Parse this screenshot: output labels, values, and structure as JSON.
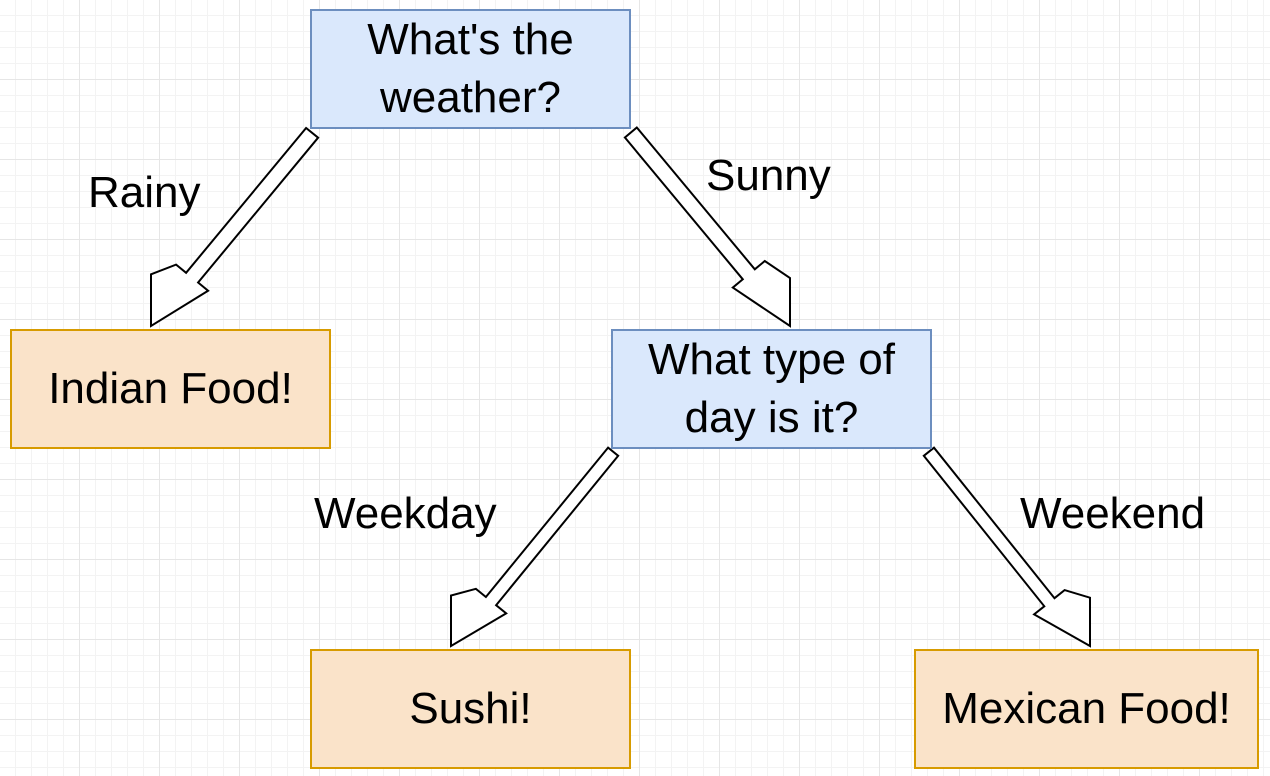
{
  "nodes": {
    "root": "What's the weather?",
    "day_type": "What type of day is it?",
    "indian": "Indian Food!",
    "sushi": "Sushi!",
    "mexican": "Mexican Food!"
  },
  "edges": {
    "rainy": "Rainy",
    "sunny": "Sunny",
    "weekday": "Weekday",
    "weekend": "Weekend"
  },
  "colors": {
    "decision_fill": "#dae8fc",
    "decision_stroke": "#6c8ebf",
    "outcome_fill": "#fae3c9",
    "outcome_stroke": "#d79b00"
  }
}
